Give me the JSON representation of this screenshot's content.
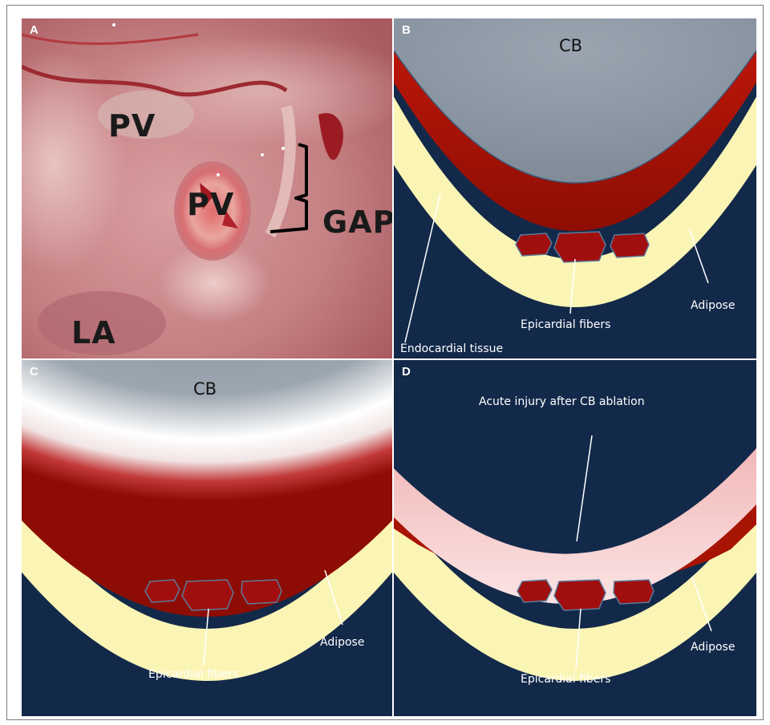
{
  "panels": {
    "a": {
      "letter": "A",
      "labels": {
        "pv_upper": "PV",
        "pv_lower": "PV",
        "gap": "GAP",
        "la": "LA"
      }
    },
    "b": {
      "letter": "B",
      "balloon": "CB",
      "endocardial": "Endocardial tissue",
      "epicardial": "Epicardial fibers",
      "adipose": "Adipose"
    },
    "c": {
      "letter": "C",
      "balloon": "CB",
      "epicardial": "Epicardial fibers",
      "adipose": "Adipose"
    },
    "d": {
      "letter": "D",
      "injury": "Acute injury after CB ablation",
      "epicardial": "Epicardial fibers",
      "adipose": "Adipose"
    }
  },
  "colors": {
    "background_navy": "#13294a",
    "balloon_gray": "#8e9aa6",
    "endocardial_red": "#a81404",
    "adipose_yellow": "#fbf5b5",
    "fiber_red": "#a10e0e",
    "injury_pink": "#f4c8c8",
    "tissue_photo": "#c98a8a"
  }
}
